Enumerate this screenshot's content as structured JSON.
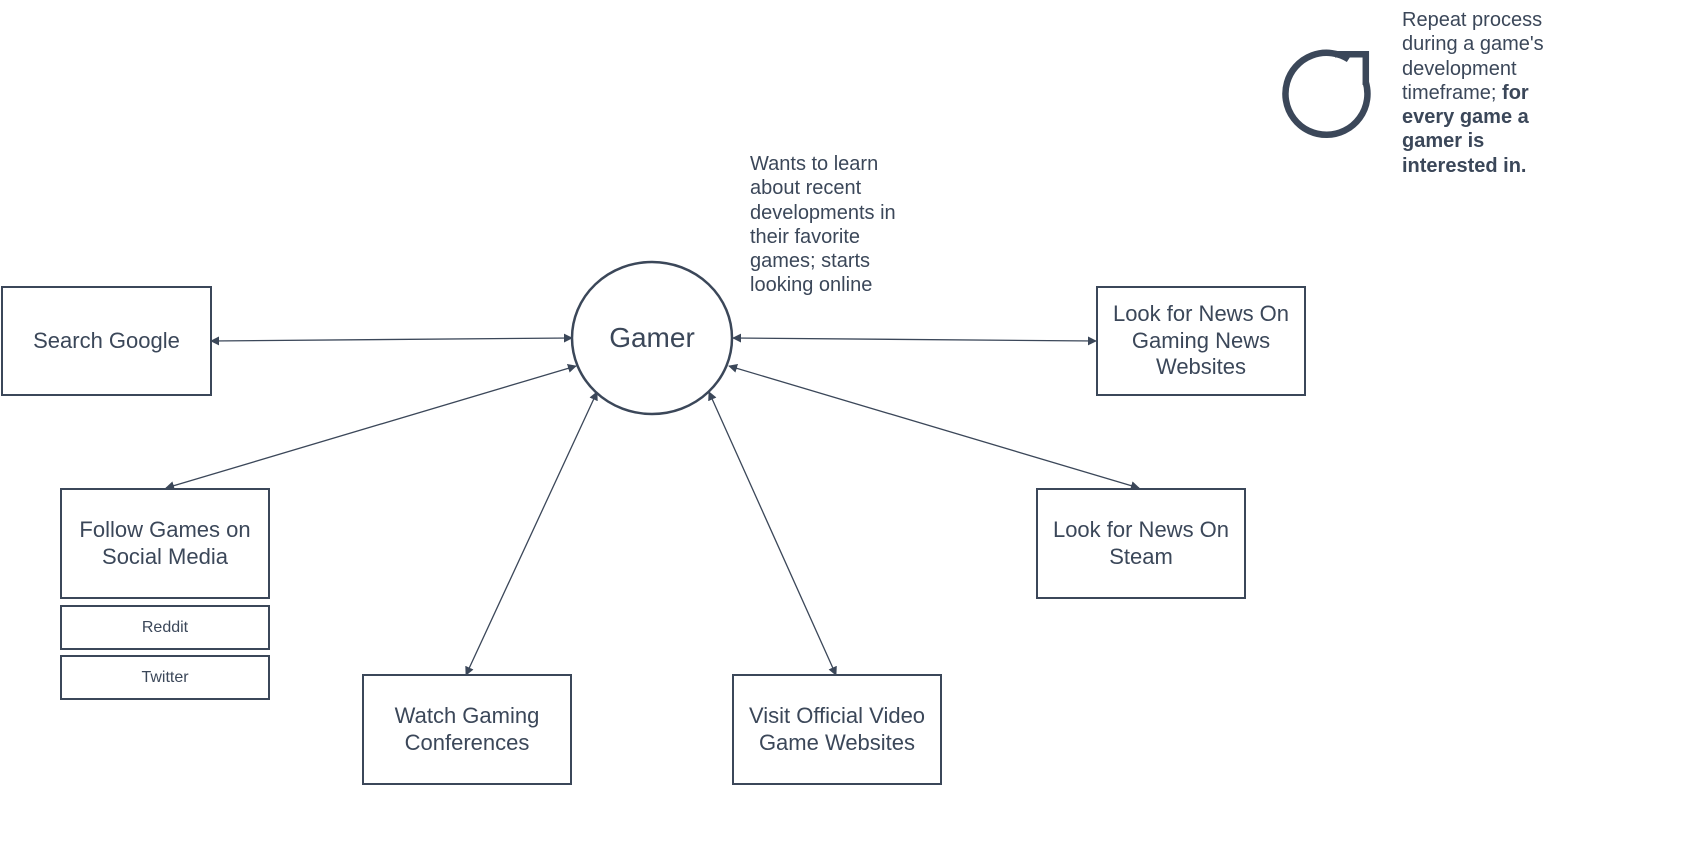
{
  "center": {
    "label": "Gamer"
  },
  "note_top": "Wants to learn about recent developments in their favorite games; starts looking online",
  "repeat_note": {
    "text": "Repeat process during a game's development timeframe; ",
    "bold": "for every game a gamer is interested in."
  },
  "nodes": {
    "search_google": "Search Google",
    "gaming_news": "Look for News On Gaming News Websites",
    "social_media": "Follow Games on Social Media",
    "reddit": "Reddit",
    "twitter": "Twitter",
    "steam": "Look for News On Steam",
    "conferences": "Watch Gaming Conferences",
    "official_sites": "Visit Official Video Game Websites"
  },
  "icons": {
    "repeat": "refresh-icon"
  },
  "colors": {
    "stroke": "#3b4759",
    "text": "#3b4759",
    "background": "#ffffff"
  }
}
